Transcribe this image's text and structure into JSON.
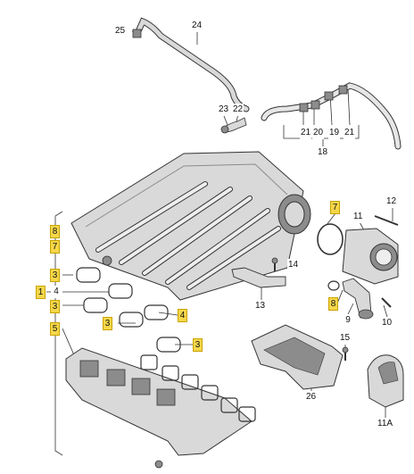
{
  "diagram": {
    "highlight_color": "#f5d74a",
    "line_color": "#333333",
    "part_fill": "#d9d9d9",
    "part_shade": "#8c8c8c",
    "callouts": {
      "c1": "1",
      "c3a": "3",
      "c3b": "3",
      "c3c": "3",
      "c4a": "4",
      "c4b": "4",
      "c5": "5",
      "c7a": "7",
      "c7b": "7",
      "c8a": "8",
      "c8b": "8",
      "c9": "9",
      "c10": "10",
      "c11": "11",
      "c11a": "11A",
      "c12": "12",
      "c13": "13",
      "c14": "14",
      "c15": "15",
      "c18": "18",
      "c19": "19",
      "c20": "20",
      "c21a": "21",
      "c21b": "21",
      "c22": "22",
      "c23": "23",
      "c24": "24",
      "c25": "25",
      "c26": "26"
    }
  }
}
